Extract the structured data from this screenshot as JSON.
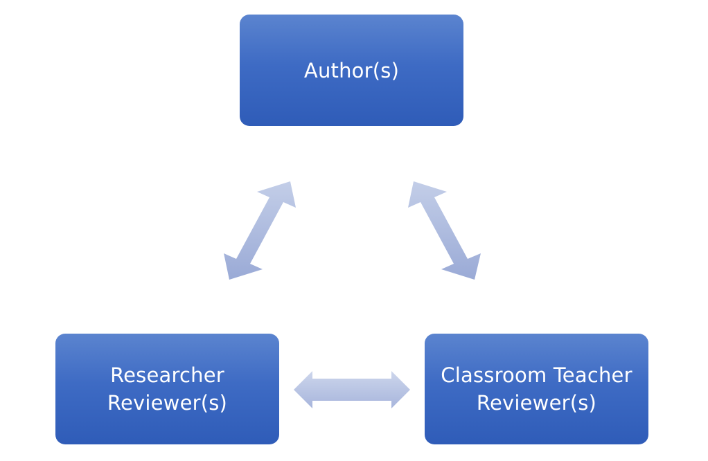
{
  "diagram": {
    "nodes": {
      "author": {
        "lines": [
          "Author(s)"
        ]
      },
      "researcher": {
        "lines": [
          "Researcher",
          "Reviewer(s)"
        ]
      },
      "teacher": {
        "lines": [
          "Classroom Teacher",
          "Reviewer(s)"
        ]
      }
    },
    "connections": [
      {
        "from": "author",
        "to": "researcher",
        "direction": "bidirectional"
      },
      {
        "from": "author",
        "to": "teacher",
        "direction": "bidirectional"
      },
      {
        "from": "researcher",
        "to": "teacher",
        "direction": "bidirectional"
      }
    ],
    "colors": {
      "node_top": "#5b84cf",
      "node_bottom": "#2f5cb8",
      "node_text": "#ffffff",
      "arrow_light": "#c3cee8",
      "arrow_dark": "#9aaad6"
    }
  }
}
